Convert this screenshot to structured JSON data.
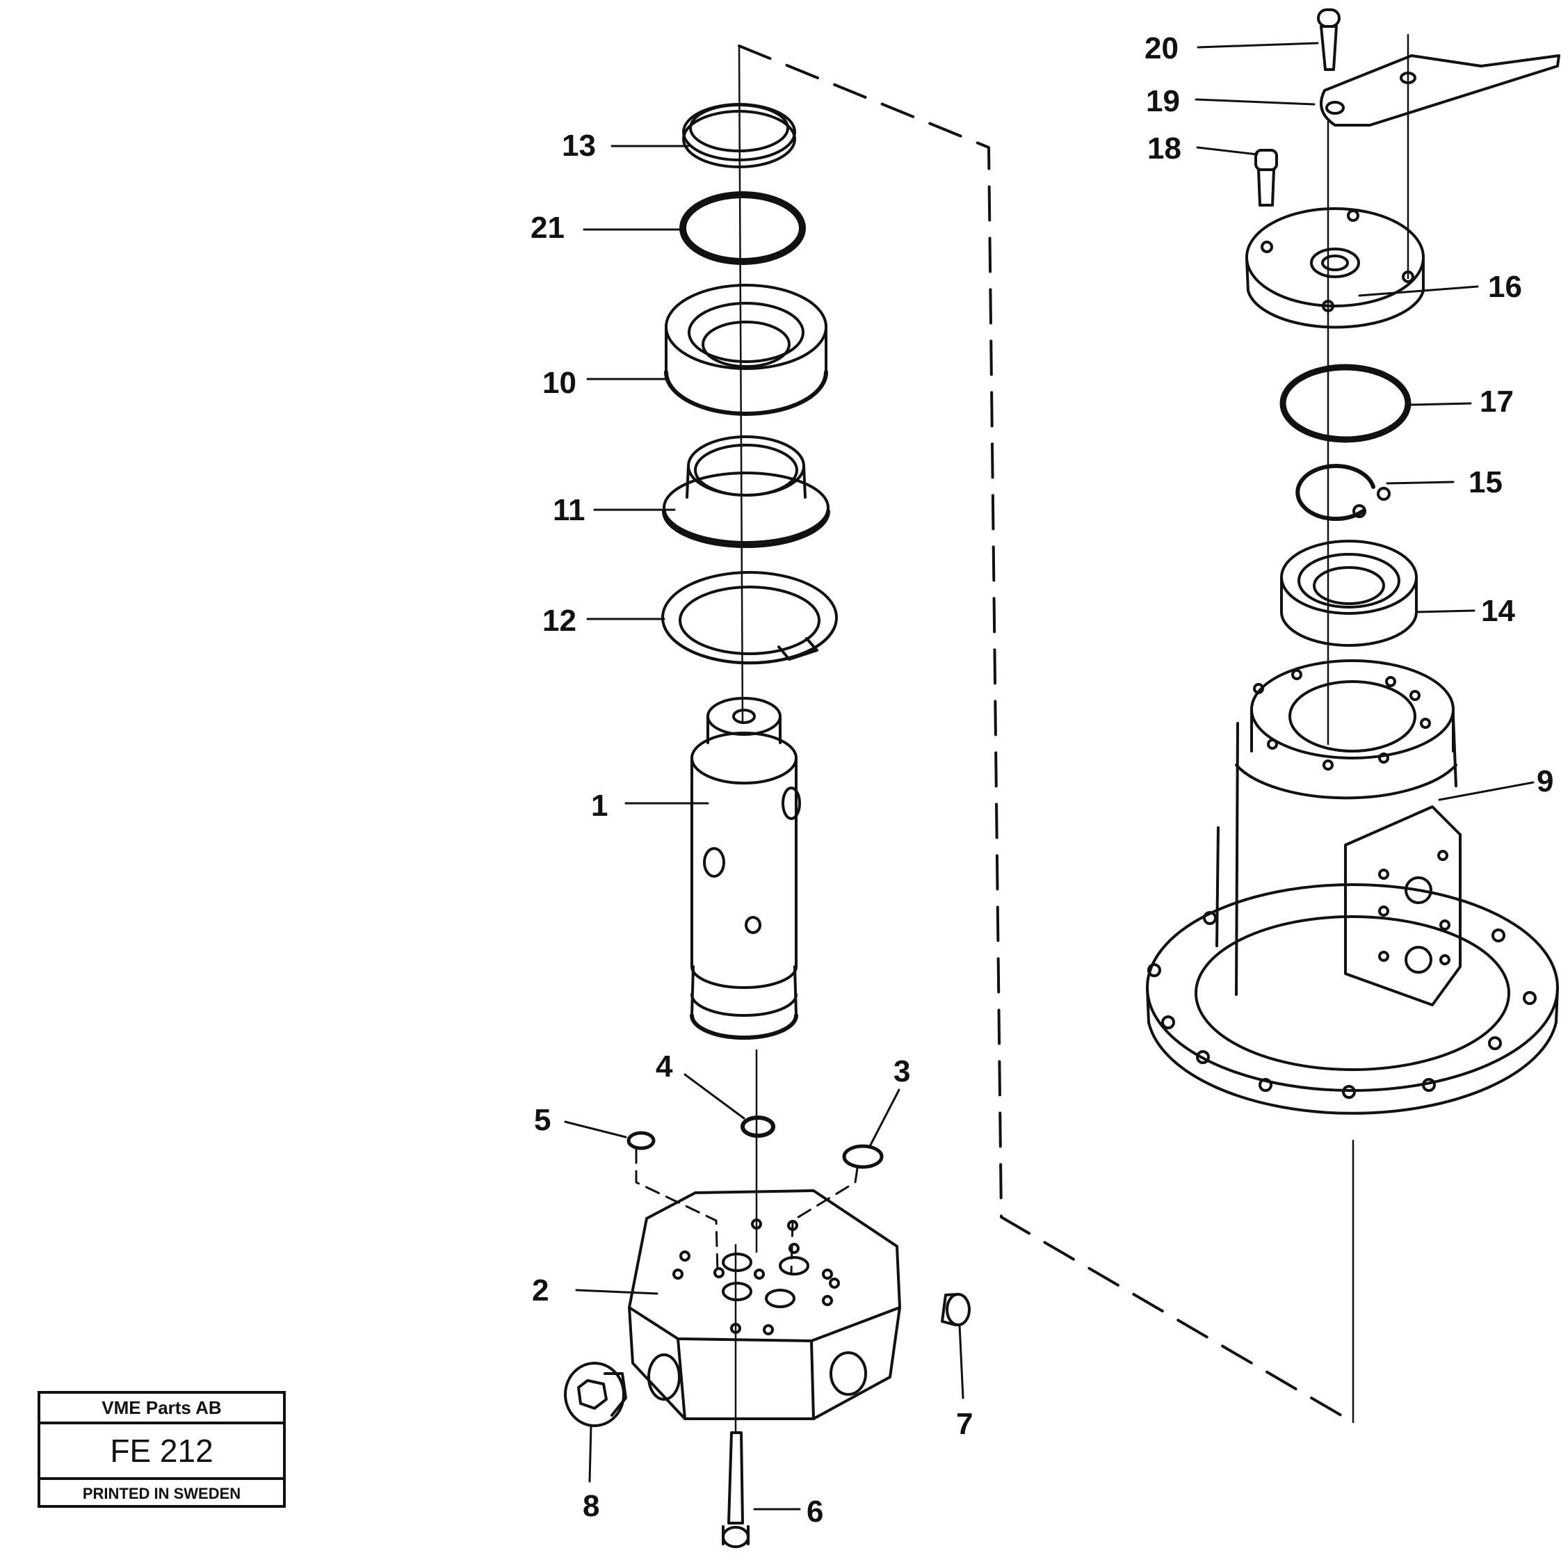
{
  "title_block": {
    "company": "VME Parts AB",
    "code": "FE 212",
    "printed": "PRINTED IN SWEDEN"
  },
  "callouts": [
    {
      "id": "1",
      "label": "1"
    },
    {
      "id": "2",
      "label": "2"
    },
    {
      "id": "3",
      "label": "3"
    },
    {
      "id": "4",
      "label": "4"
    },
    {
      "id": "5",
      "label": "5"
    },
    {
      "id": "6",
      "label": "6"
    },
    {
      "id": "7",
      "label": "7"
    },
    {
      "id": "8",
      "label": "8"
    },
    {
      "id": "9",
      "label": "9"
    },
    {
      "id": "10",
      "label": "10"
    },
    {
      "id": "11",
      "label": "11"
    },
    {
      "id": "12",
      "label": "12"
    },
    {
      "id": "13",
      "label": "13"
    },
    {
      "id": "14",
      "label": "14"
    },
    {
      "id": "15",
      "label": "15"
    },
    {
      "id": "16",
      "label": "16"
    },
    {
      "id": "17",
      "label": "17"
    },
    {
      "id": "18",
      "label": "18"
    },
    {
      "id": "19",
      "label": "19"
    },
    {
      "id": "20",
      "label": "20"
    },
    {
      "id": "21",
      "label": "21"
    }
  ]
}
